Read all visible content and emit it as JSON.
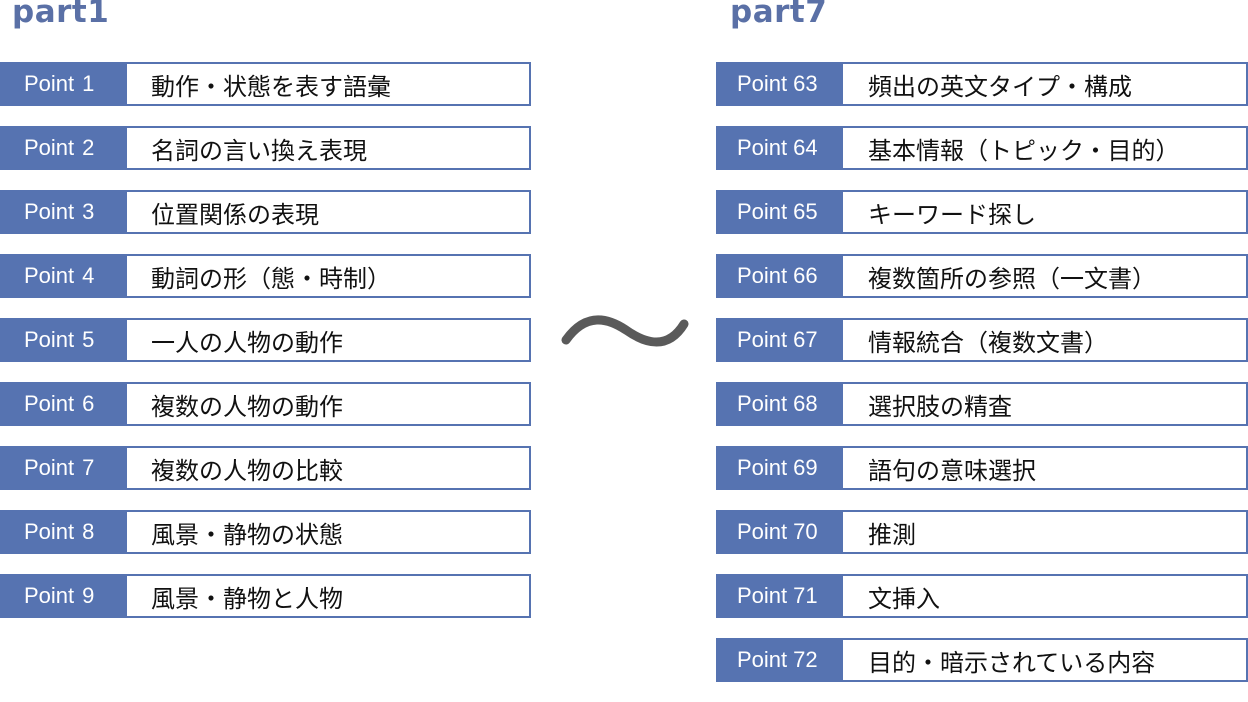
{
  "left": {
    "title": "part1",
    "items": [
      {
        "prefix": "Point",
        "num": "1",
        "text": "動作・状態を表す語彙"
      },
      {
        "prefix": "Point",
        "num": "2",
        "text": "名詞の言い換え表現"
      },
      {
        "prefix": "Point",
        "num": "3",
        "text": "位置関係の表現"
      },
      {
        "prefix": "Point",
        "num": "4",
        "text": "動詞の形（態・時制）"
      },
      {
        "prefix": "Point",
        "num": "5",
        "text": "一人の人物の動作"
      },
      {
        "prefix": "Point",
        "num": "6",
        "text": "複数の人物の動作"
      },
      {
        "prefix": "Point",
        "num": "7",
        "text": "複数の人物の比較"
      },
      {
        "prefix": "Point",
        "num": "8",
        "text": "風景・静物の状態"
      },
      {
        "prefix": "Point",
        "num": "9",
        "text": "風景・静物と人物"
      }
    ]
  },
  "separator": {
    "icon": "tilde-icon",
    "color": "#5a5a5a"
  },
  "right": {
    "title": "part7",
    "items": [
      {
        "prefix": "Point",
        "num": "63",
        "text": "頻出の英文タイプ・構成"
      },
      {
        "prefix": "Point",
        "num": "64",
        "text": "基本情報（トピック・目的）"
      },
      {
        "prefix": "Point",
        "num": "65",
        "text": "キーワード探し"
      },
      {
        "prefix": "Point",
        "num": "66",
        "text": "複数箇所の参照（一文書）"
      },
      {
        "prefix": "Point",
        "num": "67",
        "text": "情報統合（複数文書）"
      },
      {
        "prefix": "Point",
        "num": "68",
        "text": "選択肢の精査"
      },
      {
        "prefix": "Point",
        "num": "69",
        "text": "語句の意味選択"
      },
      {
        "prefix": "Point",
        "num": "70",
        "text": "推測"
      },
      {
        "prefix": "Point",
        "num": "71",
        "text": "文挿入"
      },
      {
        "prefix": "Point",
        "num": "72",
        "text": "目的・暗示されている内容"
      }
    ]
  },
  "colors": {
    "accent": "#5673b1",
    "title": "#5a70a6",
    "text": "#111111"
  }
}
